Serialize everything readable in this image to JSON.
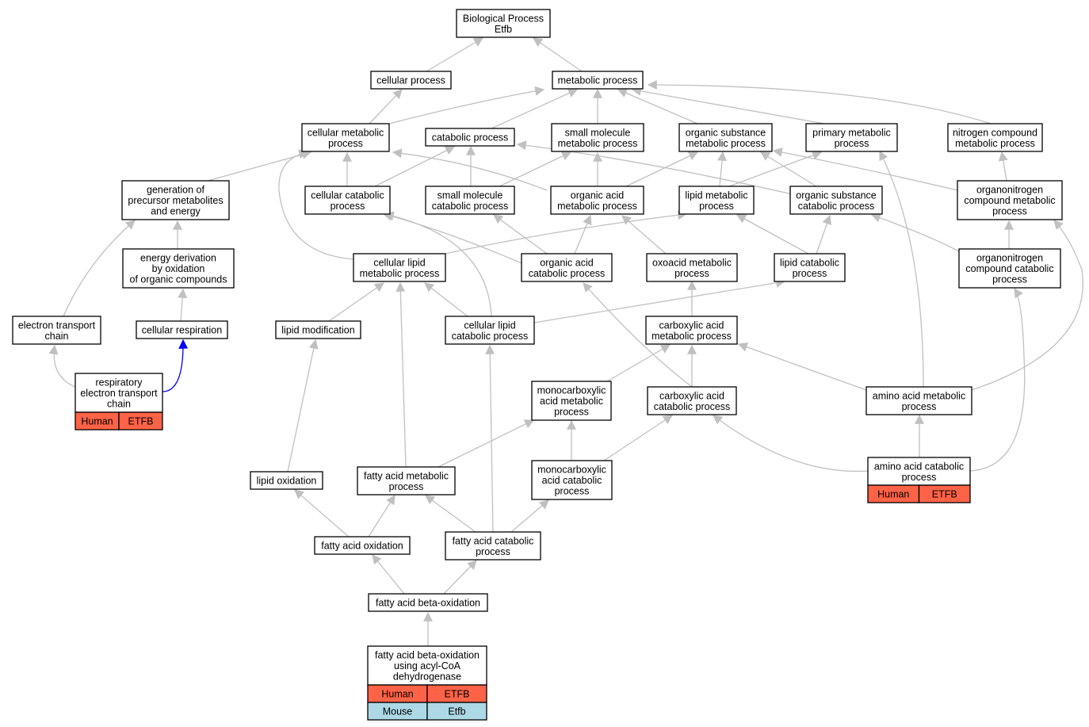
{
  "colors": {
    "edge": "#c0c0c0",
    "highlight_edge": "#0000ff",
    "human": "#ff6347",
    "mouse": "#add8e6"
  },
  "nodes": [
    {
      "id": "bp",
      "lines": [
        "Biological Process",
        "Etfb"
      ]
    },
    {
      "id": "cp",
      "lines": [
        "cellular process"
      ]
    },
    {
      "id": "mp",
      "lines": [
        "metabolic process"
      ]
    },
    {
      "id": "cmp",
      "lines": [
        "cellular metabolic",
        "process"
      ]
    },
    {
      "id": "catp",
      "lines": [
        "catabolic process"
      ]
    },
    {
      "id": "smmp",
      "lines": [
        "small molecule",
        "metabolic process"
      ]
    },
    {
      "id": "osmp",
      "lines": [
        "organic substance",
        "metabolic process"
      ]
    },
    {
      "id": "pmp",
      "lines": [
        "primary metabolic",
        "process"
      ]
    },
    {
      "id": "ncmp",
      "lines": [
        "nitrogen compound",
        "metabolic process"
      ]
    },
    {
      "id": "gpme",
      "lines": [
        "generation of",
        "precursor metabolites",
        "and energy"
      ]
    },
    {
      "id": "ccp",
      "lines": [
        "cellular catabolic",
        "process"
      ]
    },
    {
      "id": "smcp",
      "lines": [
        "small molecule",
        "catabolic process"
      ]
    },
    {
      "id": "oamp",
      "lines": [
        "organic acid",
        "metabolic process"
      ]
    },
    {
      "id": "lmp",
      "lines": [
        "lipid metabolic",
        "process"
      ]
    },
    {
      "id": "oscp",
      "lines": [
        "organic substance",
        "catabolic process"
      ]
    },
    {
      "id": "oncmp",
      "lines": [
        "organonitrogen",
        "compound metabolic",
        "process"
      ]
    },
    {
      "id": "edoc",
      "lines": [
        "energy derivation",
        "by oxidation",
        "of organic compounds"
      ]
    },
    {
      "id": "clmp",
      "lines": [
        "cellular lipid",
        "metabolic process"
      ]
    },
    {
      "id": "oacp",
      "lines": [
        "organic acid",
        "catabolic process"
      ]
    },
    {
      "id": "oxmp",
      "lines": [
        "oxoacid metabolic",
        "process"
      ]
    },
    {
      "id": "lcp",
      "lines": [
        "lipid catabolic",
        "process"
      ]
    },
    {
      "id": "onccp",
      "lines": [
        "organonitrogen",
        "compound catabolic",
        "process"
      ]
    },
    {
      "id": "etc",
      "lines": [
        "electron transport",
        "chain"
      ]
    },
    {
      "id": "cr",
      "lines": [
        "cellular respiration"
      ]
    },
    {
      "id": "lmod",
      "lines": [
        "lipid modification"
      ]
    },
    {
      "id": "clcp",
      "lines": [
        "cellular lipid",
        "catabolic process"
      ]
    },
    {
      "id": "camp",
      "lines": [
        "carboxylic acid",
        "metabolic process"
      ]
    },
    {
      "id": "retc",
      "lines": [
        "respiratory",
        "electron transport",
        "chain"
      ],
      "rows": [
        {
          "species": "Human",
          "gene": "ETFB",
          "color": "human"
        }
      ]
    },
    {
      "id": "mcamp",
      "lines": [
        "monocarboxylic",
        "acid metabolic",
        "process"
      ]
    },
    {
      "id": "cacp",
      "lines": [
        "carboxylic acid",
        "catabolic process"
      ]
    },
    {
      "id": "aamp",
      "lines": [
        "amino acid metabolic",
        "process"
      ]
    },
    {
      "id": "lox",
      "lines": [
        "lipid oxidation"
      ]
    },
    {
      "id": "famp",
      "lines": [
        "fatty acid metabolic",
        "process"
      ]
    },
    {
      "id": "mcacp",
      "lines": [
        "monocarboxylic",
        "acid catabolic",
        "process"
      ]
    },
    {
      "id": "aacp",
      "lines": [
        "amino acid catabolic",
        "process"
      ],
      "rows": [
        {
          "species": "Human",
          "gene": "ETFB",
          "color": "human"
        }
      ]
    },
    {
      "id": "fao",
      "lines": [
        "fatty acid oxidation"
      ]
    },
    {
      "id": "facp",
      "lines": [
        "fatty acid catabolic",
        "process"
      ]
    },
    {
      "id": "fabo",
      "lines": [
        "fatty acid beta-oxidation"
      ]
    },
    {
      "id": "faboacd",
      "lines": [
        "fatty acid beta-oxidation",
        "using acyl-CoA",
        "dehydrogenase"
      ],
      "rows": [
        {
          "species": "Human",
          "gene": "ETFB",
          "color": "human"
        },
        {
          "species": "Mouse",
          "gene": "Etfb",
          "color": "mouse"
        }
      ]
    }
  ]
}
